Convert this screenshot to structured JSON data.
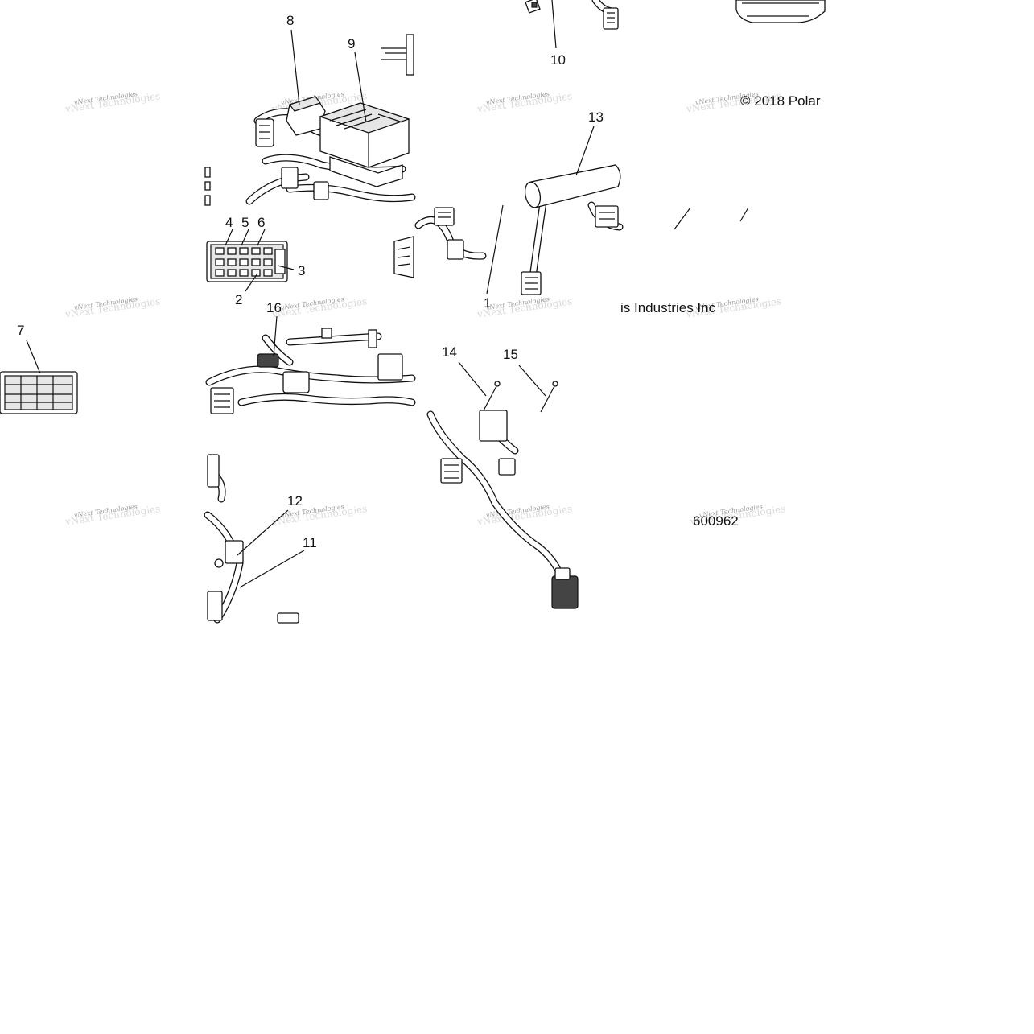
{
  "diagram": {
    "callouts": [
      "1",
      "2",
      "3",
      "4",
      "5",
      "6",
      "7",
      "8",
      "9",
      "10",
      "11",
      "12",
      "13",
      "14",
      "15",
      "16"
    ],
    "copyright_top": "© 2018 Polar",
    "copyright_bottom": "is Industries Inc",
    "figure_number": "600962",
    "watermark": "vNext Technologies"
  }
}
